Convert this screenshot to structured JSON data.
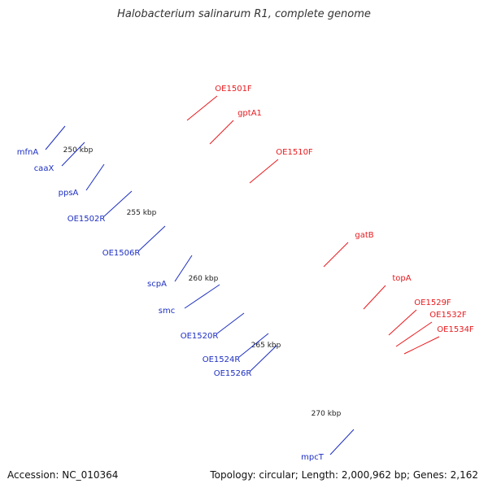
{
  "title": "Halobacterium salinarum R1, complete genome",
  "footer": {
    "accession": "Accession: NC_010364",
    "topology": "Topology: circular; Length: 2,000,962 bp; Genes: 2,162"
  },
  "colors": {
    "forward_label": "#e8191d",
    "reverse_label": "#1c2ec2",
    "backbone": "#8c8c8c",
    "tick": "#2e8b2e"
  },
  "scale_labels": [
    "250 kbp",
    "255 kbp",
    "260 kbp",
    "265 kbp",
    "270 kbp"
  ],
  "forward_genes": [
    "OE1501F",
    "gptA1",
    "OE1510F",
    "gatB",
    "topA",
    "OE1529F",
    "OE1532F",
    "OE1534F"
  ],
  "reverse_genes": [
    "mfnA",
    "caaX",
    "ppsA",
    "OE1502R",
    "OE1506R",
    "scpA",
    "smc",
    "OE1520R",
    "OE1524R",
    "OE1526R",
    "mpcT"
  ]
}
